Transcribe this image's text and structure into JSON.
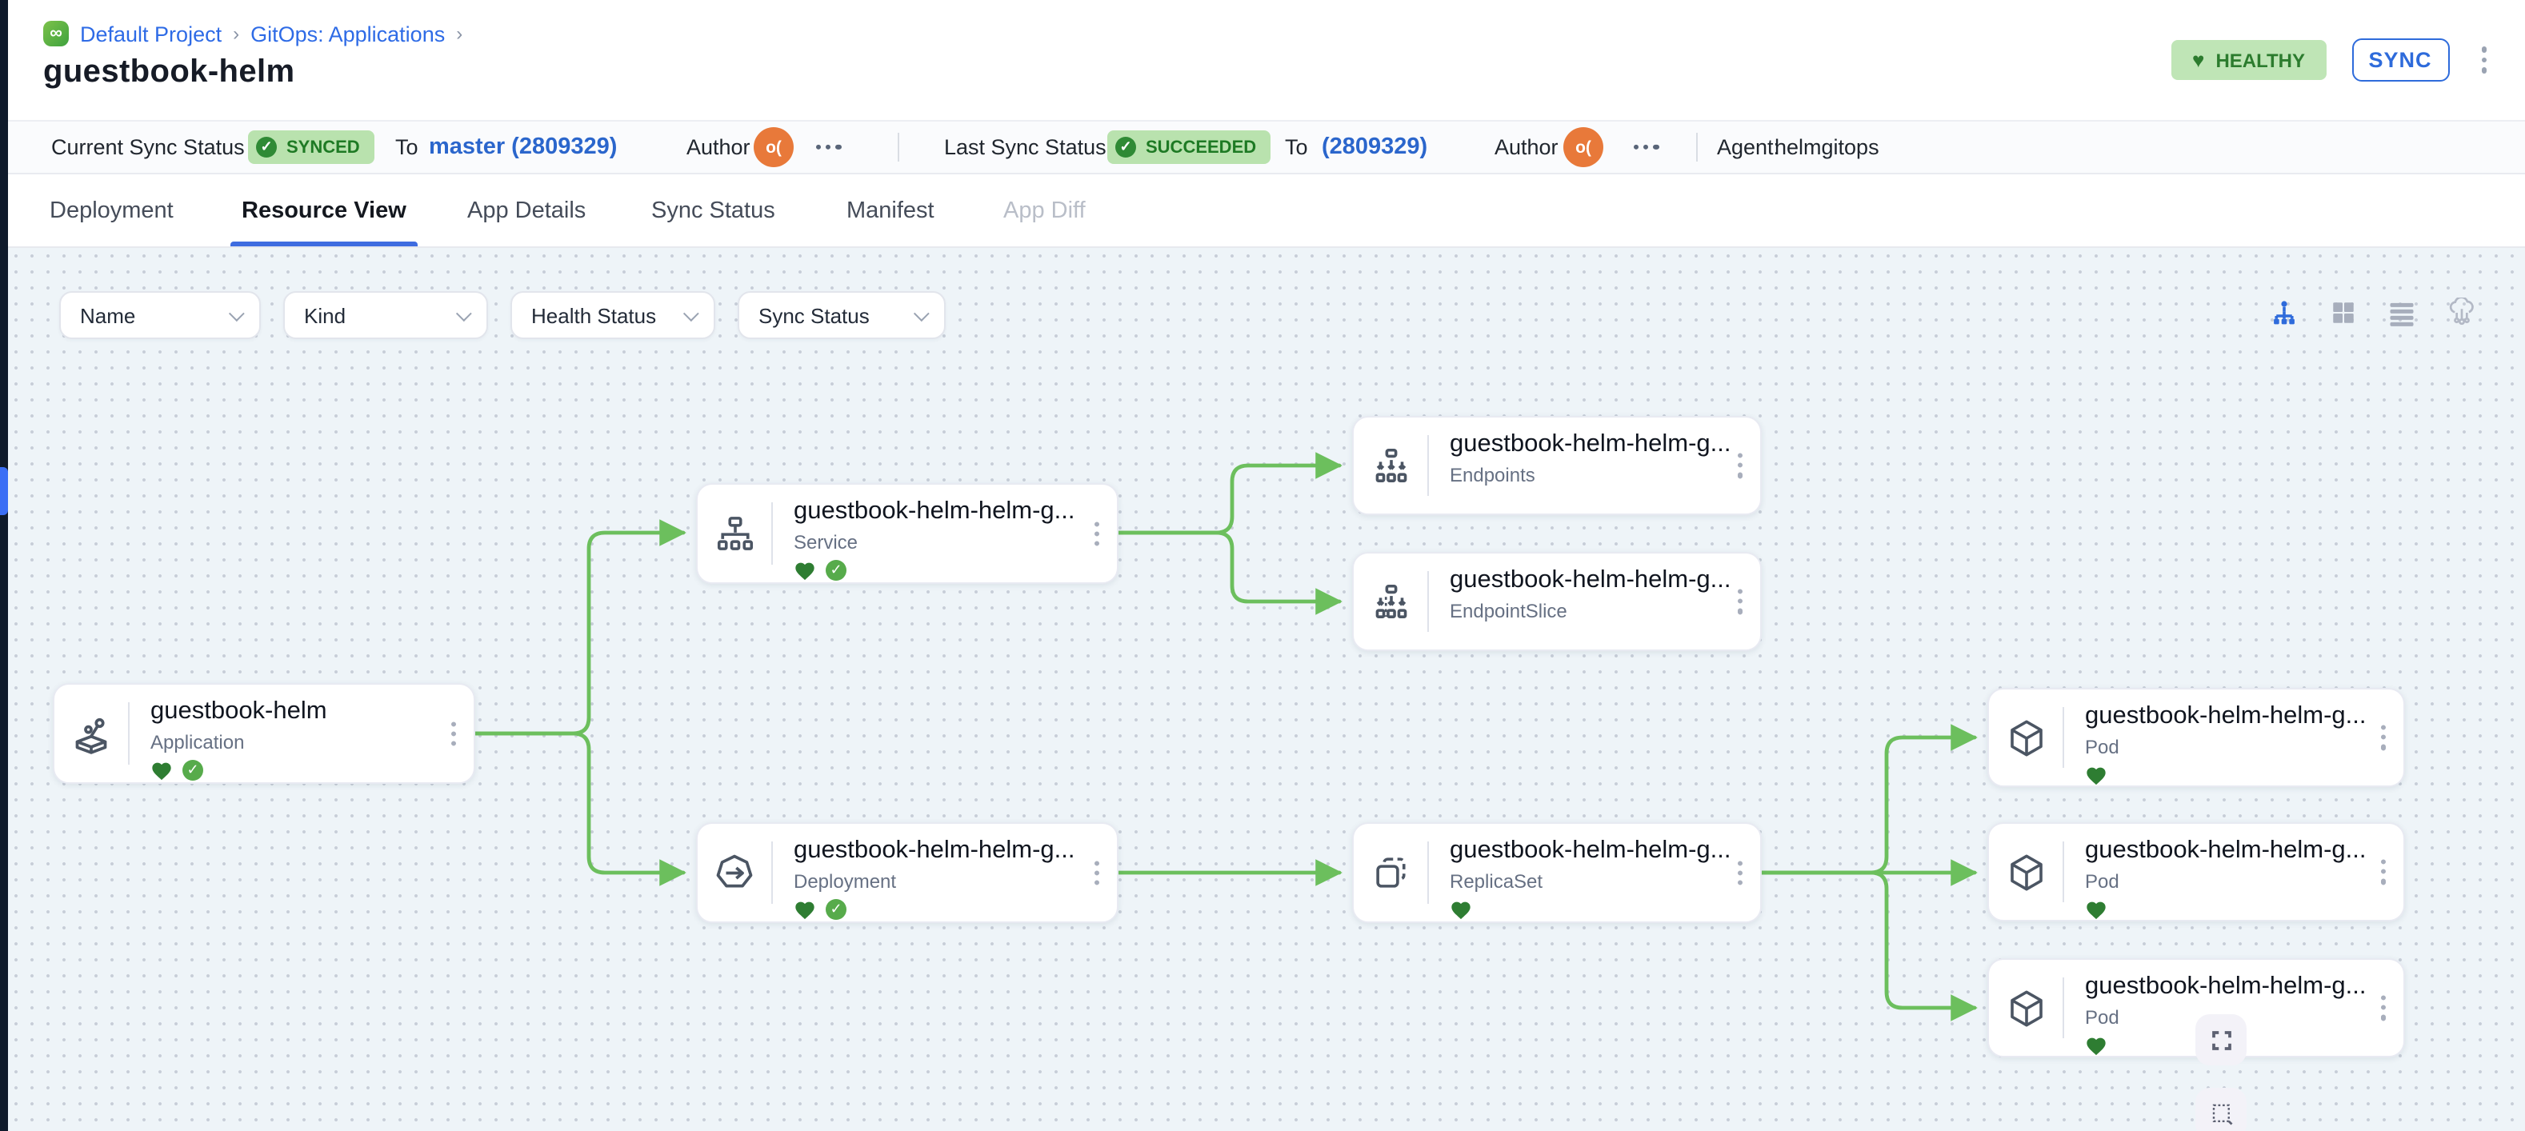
{
  "breadcrumb": {
    "project": "Default Project",
    "section": "GitOps: Applications",
    "separator": "›",
    "logo_glyph": "∞"
  },
  "page": {
    "title": "guestbook-helm"
  },
  "header_actions": {
    "health_badge": "HEALTHY",
    "health_heart": "♥",
    "sync_button": "SYNC"
  },
  "status_bar": {
    "current": {
      "label": "Current Sync Status",
      "badge": "SYNCED",
      "check": "✓",
      "to_label": "To",
      "revision": "master (2809329)",
      "author_label": "Author",
      "avatar": "o("
    },
    "last": {
      "label": "Last Sync Status",
      "badge": "SUCCEEDED",
      "check": "✓",
      "to_label": "To",
      "revision": "(2809329)",
      "author_label": "Author",
      "avatar": "o("
    },
    "agent": {
      "label": "Agent:",
      "value": "helmgitops"
    }
  },
  "tabs": [
    {
      "label": "Deployment"
    },
    {
      "label": "Resource View",
      "active": true
    },
    {
      "label": "App Details"
    },
    {
      "label": "Sync Status"
    },
    {
      "label": "Manifest"
    },
    {
      "label": "App Diff",
      "disabled": true
    }
  ],
  "filters": [
    {
      "label": "Name"
    },
    {
      "label": "Kind"
    },
    {
      "label": "Health Status"
    },
    {
      "label": "Sync Status"
    }
  ],
  "view_toggles": [
    "tree-view",
    "grid-view",
    "list-view",
    "cluster-view"
  ],
  "nodes": [
    {
      "title": "guestbook-helm",
      "kind": "Application",
      "health": true,
      "synced": true,
      "check": "✓"
    },
    {
      "title": "guestbook-helm-helm-g...",
      "kind": "Service",
      "health": true,
      "synced": true,
      "check": "✓"
    },
    {
      "title": "guestbook-helm-helm-g...",
      "kind": "Endpoints",
      "health": false,
      "synced": false,
      "check": "✓"
    },
    {
      "title": "guestbook-helm-helm-g...",
      "kind": "EndpointSlice",
      "health": false,
      "synced": false,
      "check": "✓"
    },
    {
      "title": "guestbook-helm-helm-g...",
      "kind": "Deployment",
      "health": true,
      "synced": true,
      "check": "✓"
    },
    {
      "title": "guestbook-helm-helm-g...",
      "kind": "ReplicaSet",
      "health": true,
      "synced": false,
      "check": "✓"
    },
    {
      "title": "guestbook-helm-helm-g...",
      "kind": "Pod",
      "health": true,
      "synced": false,
      "check": "✓"
    },
    {
      "title": "guestbook-helm-helm-g...",
      "kind": "Pod",
      "health": true,
      "synced": false,
      "check": "✓"
    },
    {
      "title": "guestbook-helm-helm-g...",
      "kind": "Pod",
      "health": true,
      "synced": false,
      "check": "✓"
    }
  ],
  "colors": {
    "edge_green": "#6cbf5d",
    "accent_blue": "#2e6bdb",
    "healthy_green": "#2c7c2e",
    "badge_bg": "#b9e2ae",
    "avatar_orange": "#e8793a",
    "heart_green": "#2e7d32"
  }
}
